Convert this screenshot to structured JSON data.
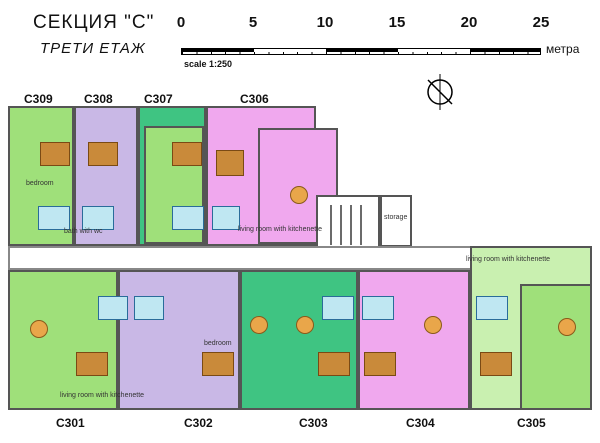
{
  "header": {
    "title": "СЕКЦИЯ \"С\"",
    "subtitle": "ТРЕТИ ЕТАЖ"
  },
  "scale": {
    "ticks": [
      "0",
      "5",
      "10",
      "15",
      "20",
      "25"
    ],
    "unit": "метра",
    "note": "scale 1:250"
  },
  "apartments_top": [
    "C309",
    "C308",
    "C307",
    "C306"
  ],
  "apartments_bottom": [
    "C301",
    "C302",
    "C303",
    "C304",
    "C305"
  ],
  "room_labels": {
    "bedroom": "bedroom",
    "living": "living room with kitchenette",
    "bath": "bath with wc",
    "storage": "storage"
  },
  "colors": {
    "green": "#9fe07a",
    "lavender": "#c9b8e6",
    "teal": "#3fc482",
    "pink": "#f0a8ee",
    "light_green": "#c9f0b0",
    "corridor": "#ffffff"
  }
}
